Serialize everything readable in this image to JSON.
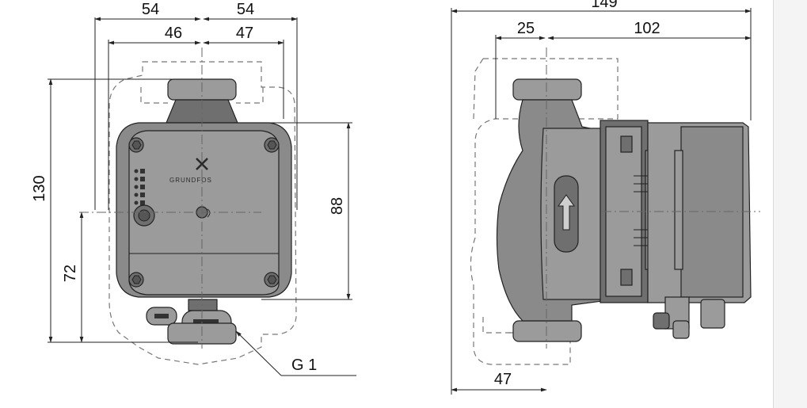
{
  "drawing": {
    "front_view": {
      "width_left": "54",
      "width_right": "54",
      "inner_left": "46",
      "inner_right": "47",
      "total_height": "130",
      "axis_height": "72",
      "right_height": "88",
      "thread": "G 1",
      "brand": "GRUNDFOS"
    },
    "side_view": {
      "total_length": "149",
      "front_offset": "25",
      "motor_length": "102",
      "bottom_offset": "47"
    }
  }
}
